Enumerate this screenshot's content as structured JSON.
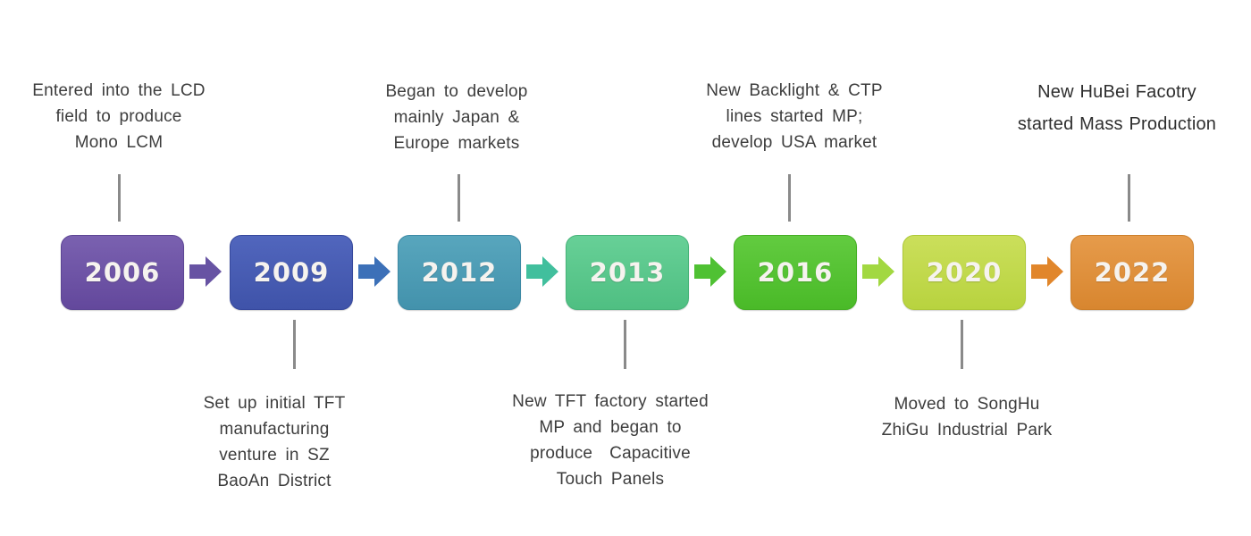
{
  "timeline": {
    "connector_color": "#8a8a8a",
    "milestones": [
      {
        "year": "2006",
        "position": "above",
        "color_top": "#7a61b0",
        "color_bottom": "#63489c",
        "border": "#5c4694",
        "lines": [
          "Entered into the LCD",
          "field to produce",
          "Mono LCM"
        ]
      },
      {
        "year": "2009",
        "position": "below",
        "color_top": "#5166bd",
        "color_bottom": "#3f53a9",
        "border": "#36489c",
        "lines": [
          "Set up initial TFT",
          "manufacturing",
          "venture in SZ",
          "BaoAn District"
        ]
      },
      {
        "year": "2012",
        "position": "above",
        "color_top": "#58a6bd",
        "color_bottom": "#4392ac",
        "border": "#3d8aa5",
        "lines": [
          "Began to develop",
          "mainly Japan &",
          "Europe markets"
        ]
      },
      {
        "year": "2013",
        "position": "below",
        "color_top": "#67d097",
        "color_bottom": "#4fbf82",
        "border": "#47b379",
        "lines": [
          "New TFT factory started",
          "MP and began to",
          "produce  Capacitive",
          "Touch Panels"
        ]
      },
      {
        "year": "2016",
        "position": "above",
        "color_top": "#62cb40",
        "color_bottom": "#4aba28",
        "border": "#44ae24",
        "lines": [
          "New Backlight & CTP",
          "lines started MP;",
          "develop USA market"
        ]
      },
      {
        "year": "2020",
        "position": "below",
        "color_top": "#cbdf5b",
        "color_bottom": "#b8d33f",
        "border": "#adc838",
        "lines": [
          "Moved to SongHu",
          "ZhiGu Industrial Park"
        ]
      },
      {
        "year": "2022",
        "position": "above",
        "color_top": "#e69b4b",
        "color_bottom": "#d8862f",
        "border": "#cc7f2a",
        "lines": [
          "New HuBei Facotry",
          "started Mass Production"
        ]
      }
    ],
    "arrows": [
      {
        "color": "#6753a3"
      },
      {
        "color": "#3c70b8"
      },
      {
        "color": "#41bf9d"
      },
      {
        "color": "#4fc133"
      },
      {
        "color": "#a2d841"
      },
      {
        "color": "#e1862b"
      }
    ]
  }
}
